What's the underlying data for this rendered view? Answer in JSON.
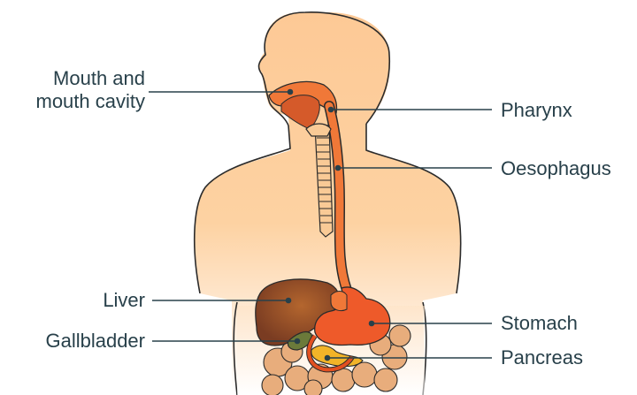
{
  "labels": {
    "mouth_line1": "Mouth and",
    "mouth_line2": "mouth cavity",
    "pharynx": "Pharynx",
    "oesophagus": "Oesophagus",
    "liver": "Liver",
    "gallbladder": "Gallbladder",
    "stomach": "Stomach",
    "pancreas": "Pancreas"
  },
  "colors": {
    "skin": "#fdd2a2",
    "outline": "#2b2b2b",
    "tract": "#f07838",
    "stomach": "#ee5a2a",
    "liver": "#8a4a2a",
    "gallbladder": "#6b7a3a",
    "pancreas": "#f2b428",
    "intestine": "#e6aa7a",
    "leader_line": "#28404a",
    "label_text": "#28404a"
  }
}
